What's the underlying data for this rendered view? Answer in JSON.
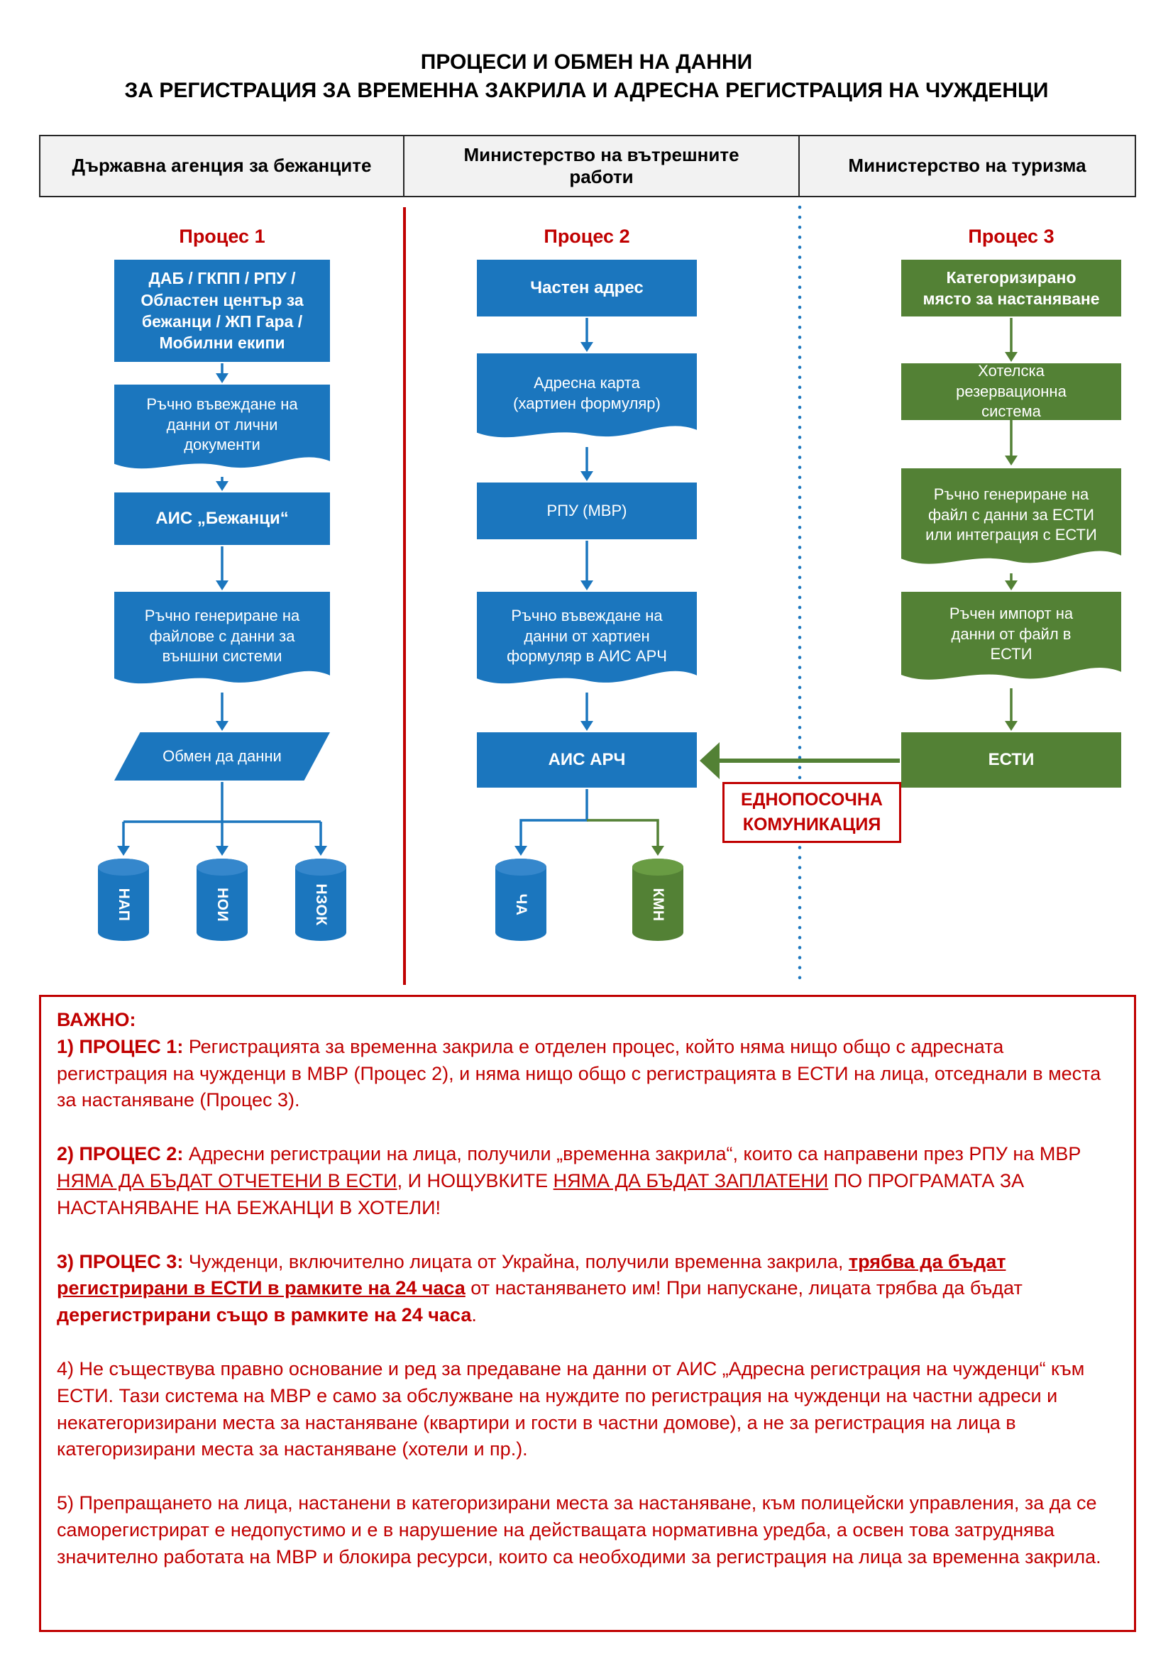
{
  "title": {
    "line1": "ПРОЦЕСИ И ОБМЕН НА ДАННИ",
    "line2": "ЗА РЕГИСТРАЦИЯ ЗА ВРЕМЕННА ЗАКРИЛА И АДРЕСНА РЕГИСТРАЦИЯ НА ЧУЖДЕНЦИ"
  },
  "lanes": {
    "lane1": "Държавна агенция за бежанците",
    "lane2": "Министерство на вътрешните работи",
    "lane3": "Министерство на туризма"
  },
  "process1": {
    "title": "Процес 1",
    "source": "ДАБ / ГКПП / РПУ / Областен център за бежанци / ЖП Гара / Мобилни екипи",
    "manual_entry": "Ръчно въвеждане на данни от лични документи",
    "system": "АИС „Бежанци“",
    "manual_generation": "Ръчно генериране на файлове с данни за външни системи",
    "exchange": "Обмен да данни",
    "databases": [
      "НАП",
      "НОИ",
      "НЗОК"
    ]
  },
  "process2": {
    "title": "Процес 2",
    "source": "Частен адрес",
    "address_card": "Адресна карта (хартиен формуляр)",
    "police": "РПУ (МВР)",
    "manual_entry": "Ръчно въвеждане на данни от хартиен формуляр в АИС АРЧ",
    "system": "АИС АРЧ",
    "databases": [
      "ЧА",
      "КМН"
    ]
  },
  "process3": {
    "title": "Процес 3",
    "source": "Категоризирано място за настаняване",
    "hotel_system": "Хотелска резервационна система",
    "manual_generation": "Ръчно генериране на файл с данни за ЕСТИ или интеграция с ЕСТИ",
    "manual_import": "Ръчен импорт на данни от файл в ЕСТИ",
    "system": "ЕСТИ"
  },
  "communication": {
    "line1": "ЕДНОПОСОЧНА",
    "line2": "КОМУНИКАЦИЯ"
  },
  "important": {
    "heading": "ВАЖНО:",
    "p1": {
      "bold": "1) ПРОЦЕС 1:",
      "text": " Регистрацията за временна закрила е отделен процес, който няма нищо общо с адресната регистрация на чужденци в МВР (Процес 2), и няма нищо общо с регистрацията в ЕСТИ на лица, отседнали в места за настаняване (Процес 3)."
    },
    "p2": {
      "bold": "2) ПРОЦЕС 2:",
      "t1": " Адресни регистрации на лица, получили „временна закрила“, които са направени през РПУ на МВР ",
      "u1": "НЯМА ДА БЪДАТ ОТЧЕТЕНИ В ЕСТИ,",
      "t2": " И НОЩУВКИТЕ ",
      "u2": "НЯМА ДА БЪДАТ ЗАПЛАТЕНИ",
      "t3": " ПО ПРОГРАМАТА ЗА НАСТАНЯВАНЕ НА БЕЖАНЦИ В ХОТЕЛИ!"
    },
    "p3": {
      "bold": "3) ПРОЦЕС 3:",
      "t1": " Чужденци, включително лицата от Украйна, получили временна закрила, ",
      "bu1": "трябва да бъдат регистрирани в ЕСТИ в рамките на 24 часа",
      "t2": " от настаняването им! При напускане, лицата трябва да бъдат ",
      "b2": "дерегистрирани също в рамките на 24 часа",
      "t3": "."
    },
    "p4": "4) Не съществува правно основание и ред за предаване на данни от АИС „Адресна регистрация на чужденци“ към ЕСТИ. Тази система на МВР е само за обслужване на нуждите по регистрация на чужденци на частни адреси и некатегоризирани места за настаняване (квартири и гости в частни домове), а не за регистрация на лица в категоризирани места за настаняване (хотели и пр.).",
    "p5": "5) Препращането на лица, настанени в категоризирани места за настаняване, към полицейски управления, за да се саморегистрират е недопустимо и е в нарушение на действащата нормативна уредба, а освен това затруднява значително работата на МВР и блокира ресурси, които са необходими за регистрация на лица за временна закрила."
  },
  "colors": {
    "blue": "#1B76BE",
    "green": "#538135",
    "red": "#C00000",
    "lane_fill": "#F2F2F2"
  }
}
